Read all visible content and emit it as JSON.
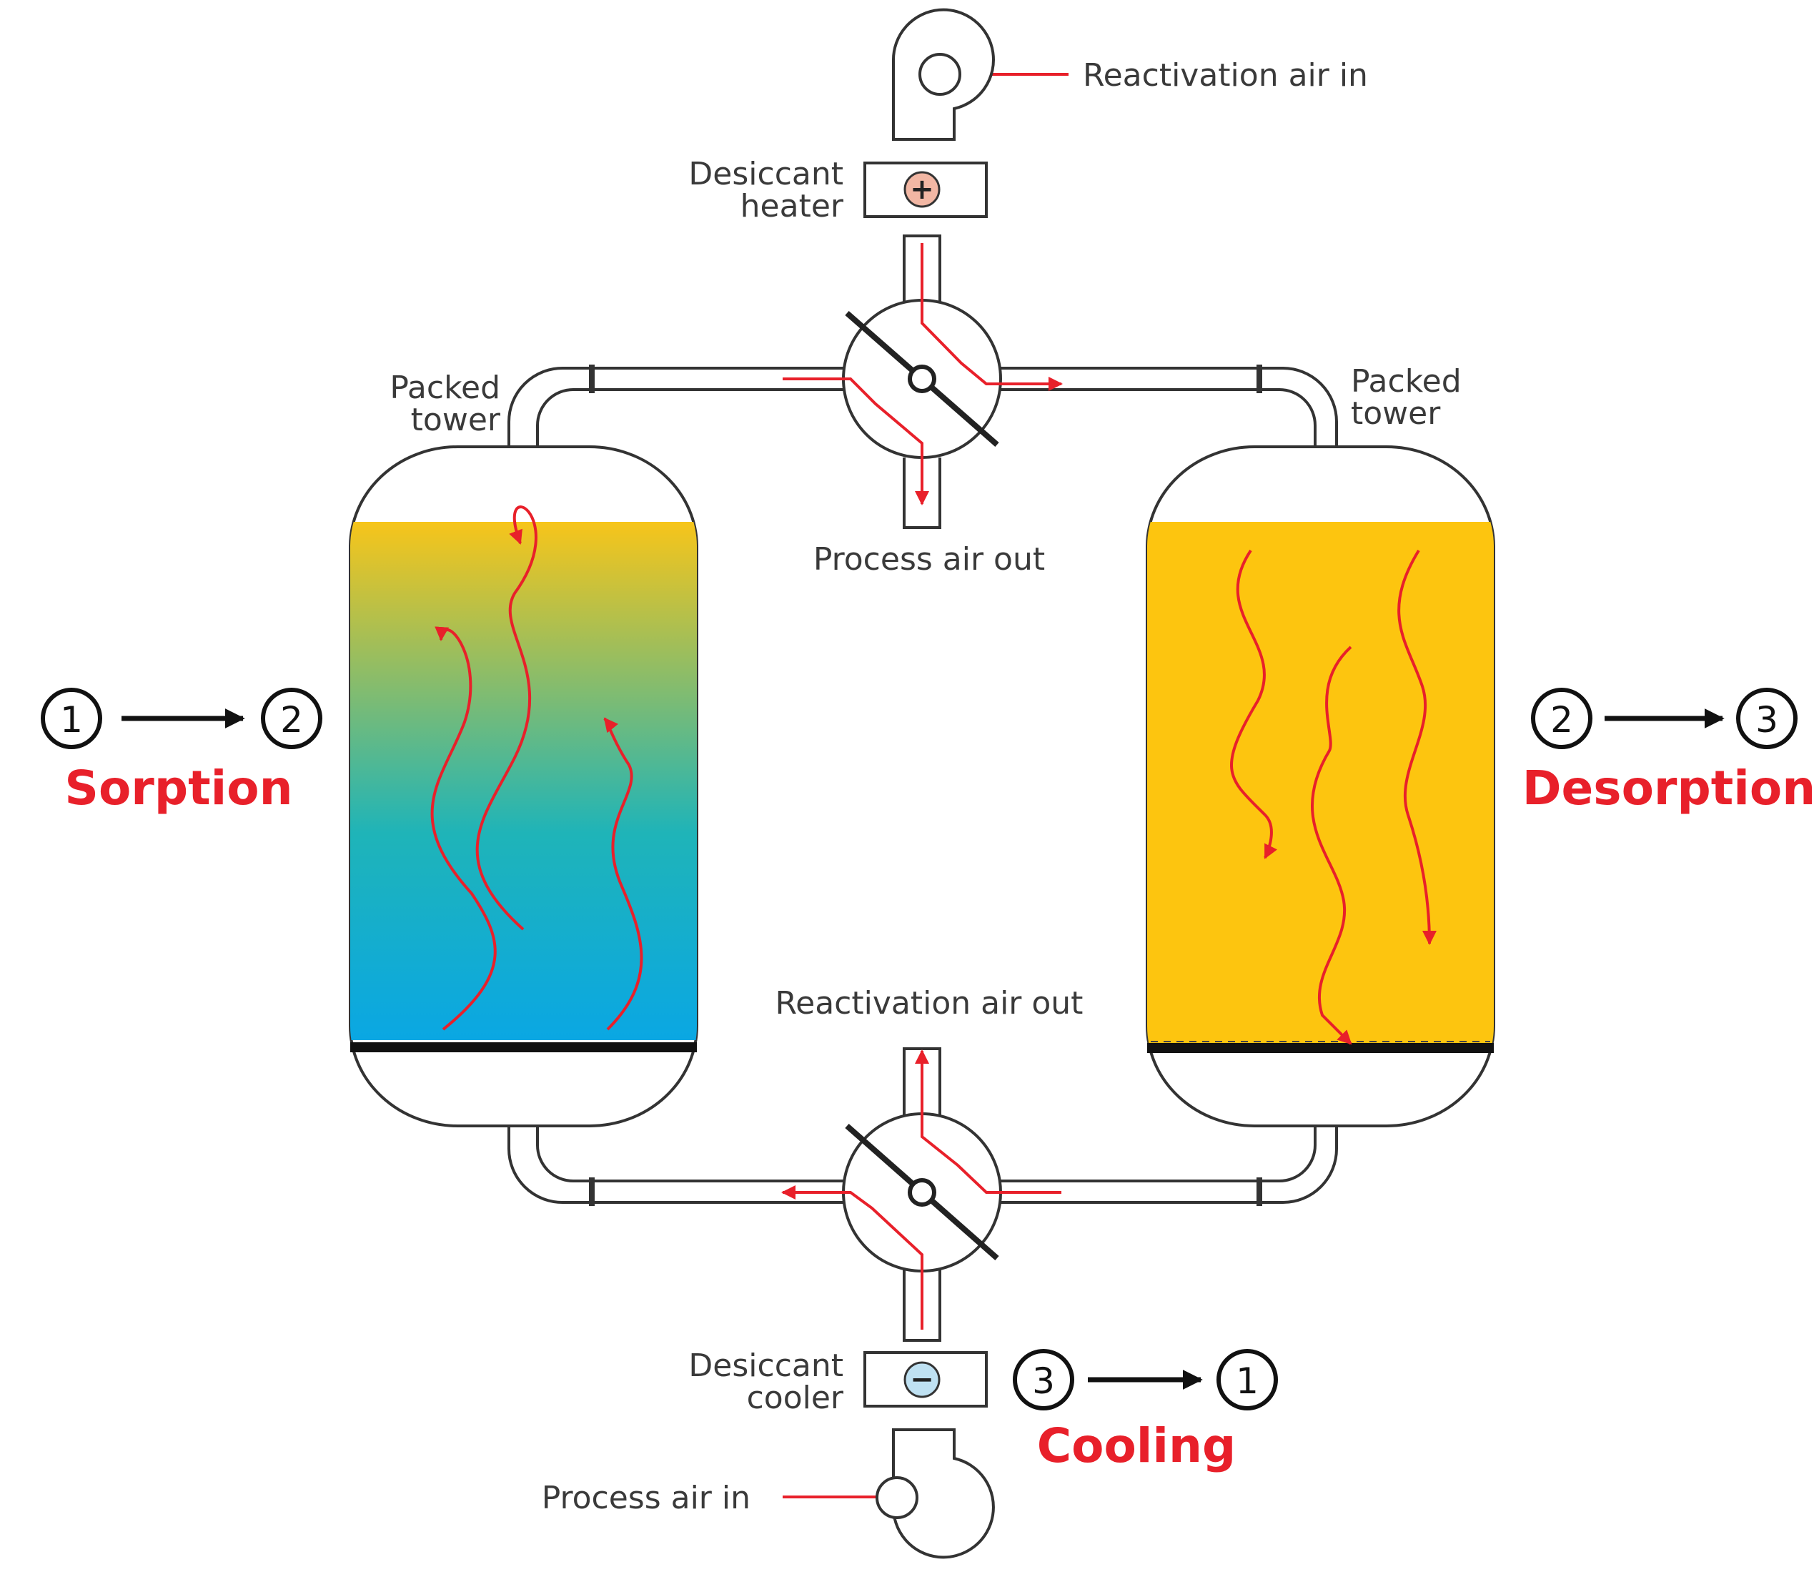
{
  "colors": {
    "flow": "#e8202a",
    "stage_text": "#e8202a",
    "sorption_bed_top": "#f7c51a",
    "sorption_bed_middle": "#1fb4b8",
    "sorption_bed_bottom": "#0aa7e3",
    "desorption_bed": "#fdc50f",
    "heater": "#f2b7a4",
    "cooler": "#bfe1f2"
  },
  "labels": {
    "reactivation_air_in": "Reactivation air in",
    "desiccant_heater_line1": "Desiccant",
    "desiccant_heater_line2": "heater",
    "packed_tower_left_line1": "Packed",
    "packed_tower_left_line2": "tower",
    "packed_tower_right_line1": "Packed",
    "packed_tower_right_line2": "tower",
    "process_air_out": "Process air out",
    "reactivation_air_out": "Reactivation air out",
    "desiccant_cooler_line1": "Desiccant",
    "desiccant_cooler_line2": "cooler",
    "process_air_in": "Process air in"
  },
  "stages": {
    "sorption": {
      "from": "1",
      "to": "2",
      "label": "Sorption"
    },
    "desorption": {
      "from": "2",
      "to": "3",
      "label": "Desorption"
    },
    "cooling": {
      "from": "3",
      "to": "1",
      "label": "Cooling"
    }
  },
  "symbols": {
    "heater": "+",
    "cooler": "−"
  },
  "icons": {
    "fans": "blower-fan-icon",
    "valves": "four-way-valve-icon"
  }
}
